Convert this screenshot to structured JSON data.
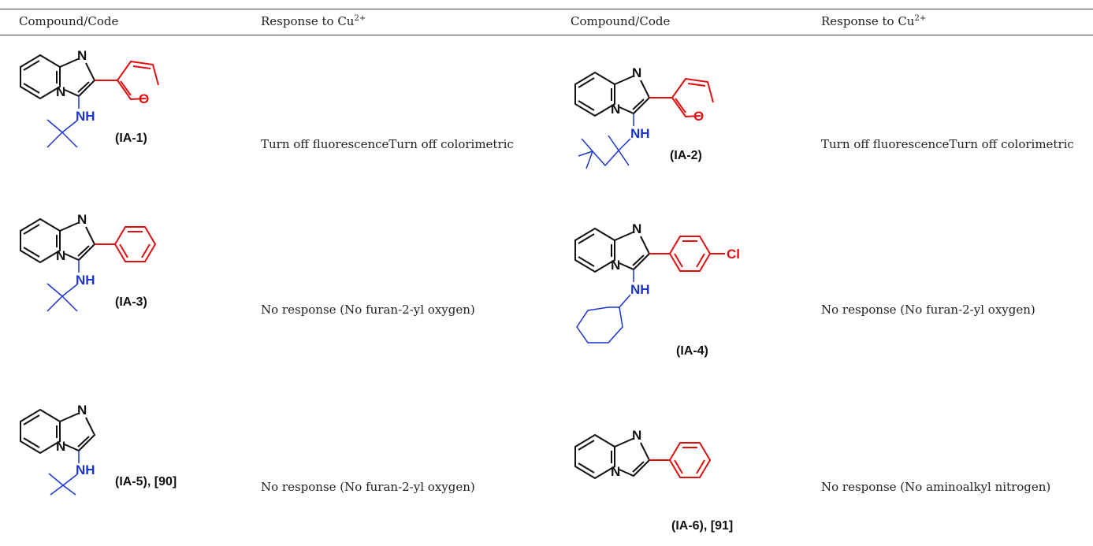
{
  "table": {
    "headers": {
      "col1": "Compound/Code",
      "col2_prefix": "Response to Cu",
      "col2_sup": "2+",
      "col3": "Compound/Code",
      "col4_prefix": "Response to Cu",
      "col4_sup": "2+"
    },
    "rows": [
      {
        "left_label": "(IA-1)",
        "left_response": "Turn off fluorescenceTurn off colorimetric",
        "right_label": "(IA-2)",
        "right_response": "Turn off fluorescenceTurn off colorimetric"
      },
      {
        "left_label": "(IA-3)",
        "left_response": "No response (No furan-2-yl oxygen)",
        "right_label": "(IA-4)",
        "right_response": "No response (No furan-2-yl oxygen)"
      },
      {
        "left_label": "(IA-5), [90]",
        "left_response": "No response (No furan-2-yl oxygen)",
        "right_label": "(IA-6), [91]",
        "right_response": "No response (No aminoalkyl nitrogen)"
      }
    ],
    "atoms": {
      "n": "N",
      "o": "O",
      "nh": "NH",
      "cl": "Cl"
    }
  }
}
